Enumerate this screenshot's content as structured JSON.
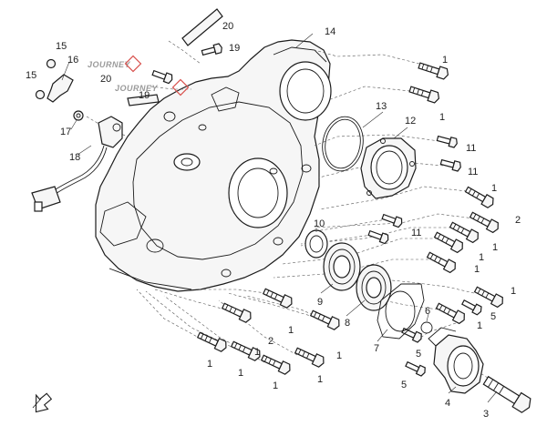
{
  "diagram": {
    "watermark": {
      "text": "JOURNEY",
      "colors": {
        "text": "#9a9a9a",
        "accent": "#d9534f"
      }
    },
    "callouts": {
      "c1": "1",
      "c2": "2",
      "c3": "3",
      "c4": "4",
      "c5": "5",
      "c6": "6",
      "c7": "7",
      "c8": "8",
      "c9": "9",
      "c10": "10",
      "c11": "11",
      "c12": "12",
      "c13": "13",
      "c14": "14",
      "c15": "15",
      "c16": "16",
      "c17": "17",
      "c18": "18",
      "c19": "19",
      "c20": "20"
    },
    "icons": {
      "direction_arrow": "front-direction-arrow-icon"
    }
  }
}
